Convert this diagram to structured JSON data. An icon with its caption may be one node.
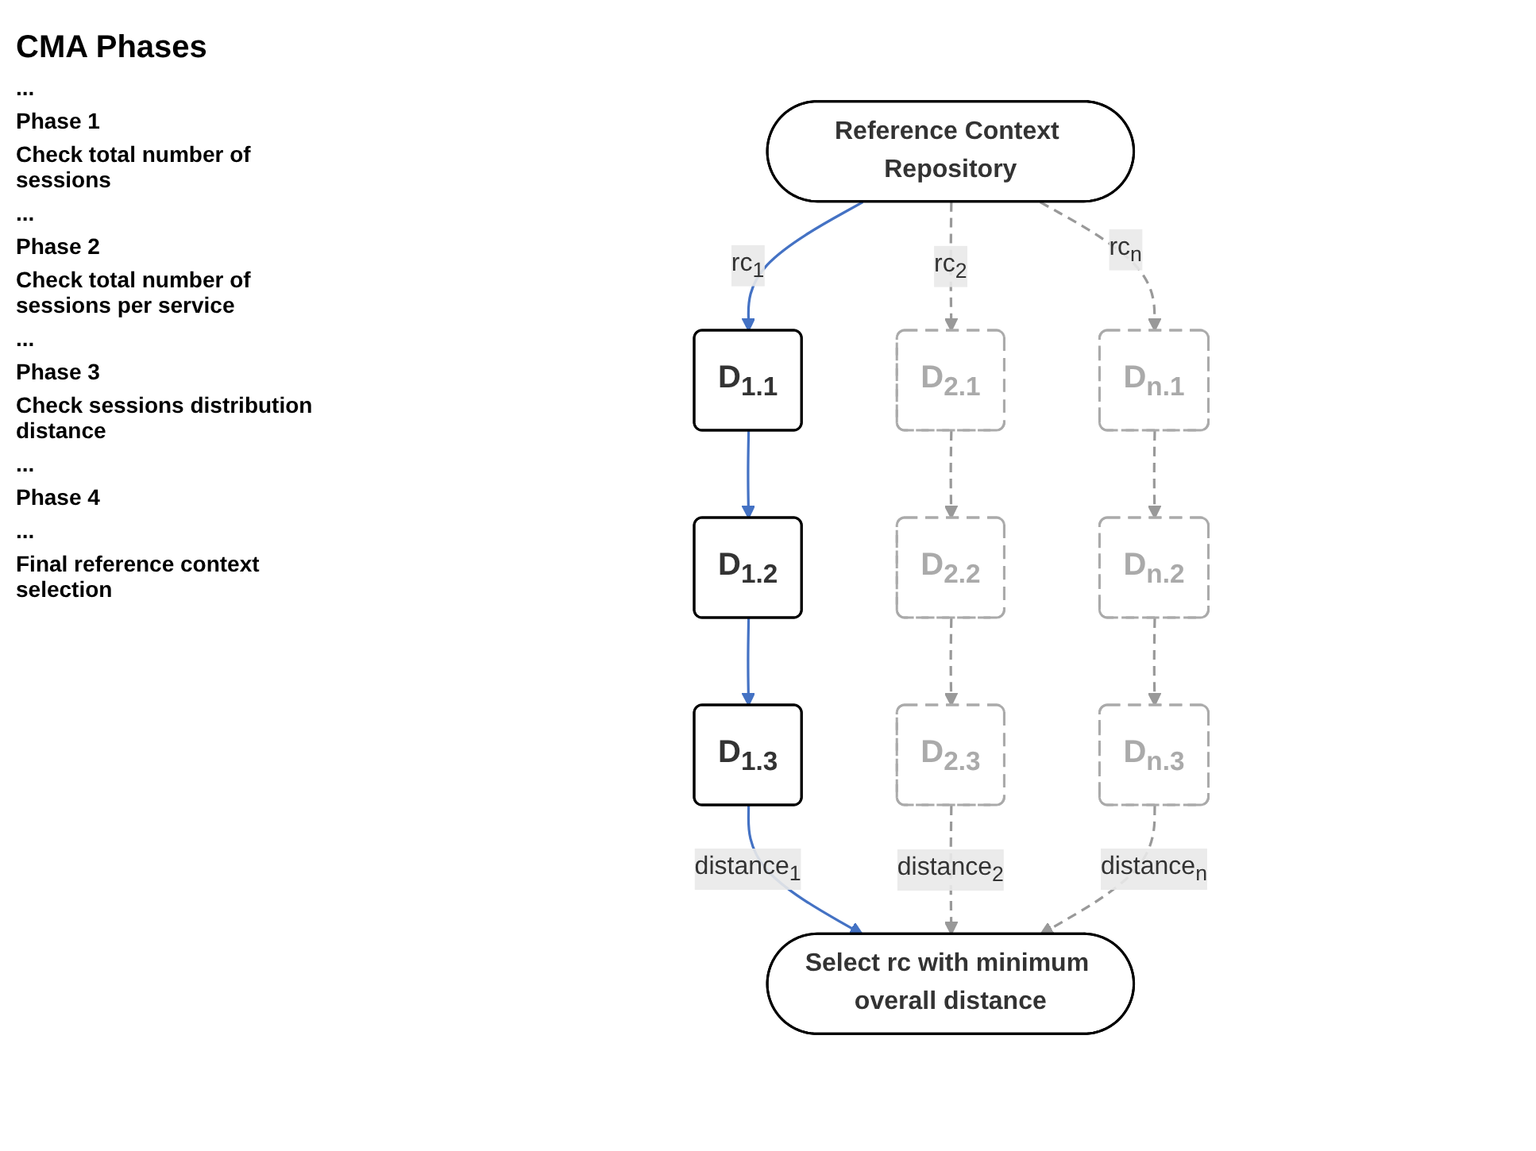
{
  "diagram": {
    "nodes": [
      {
        "text": [
          "Reference Context Repository"
        ]
      },
      {
        "text": [
          "D$_{1.1}$"
        ]
      },
      {
        "text": [
          "D$_{2.1}$"
        ]
      },
      {
        "text": [
          "D$_{n.1}$"
        ]
      },
      {
        "text": [
          "D$_{1.2}$"
        ]
      },
      {
        "text": [
          "D$_{2.2}$"
        ]
      },
      {
        "text": [
          "D$_{n.2}$"
        ]
      },
      {
        "text": [
          "D$_{1.3}$"
        ]
      },
      {
        "text": [
          "D$_{2.3}$"
        ]
      },
      {
        "text": [
          "D$_{n.3}$"
        ]
      },
      {
        "text": [
          "Select rc with minimum overall distance"
        ]
      }
    ],
    "edges": [
      {
        "from": 0,
        "to": 1,
        "arrow": "to",
        "label": "rc$_{1}$",
        "color": "#4472c4"
      },
      {
        "from": 0,
        "to": 2,
        "arrow": "to",
        "label": "rc$_{2}$",
        "style": "dashed"
      },
      {
        "from": 0,
        "to": 3,
        "arrow": "to",
        "label": "rc$_{n}$",
        "style": "dashed"
      },
      {
        "from": 1,
        "to": 4,
        "arrow": "to",
        "color": "#4472c4"
      },
      {
        "from": 2,
        "to": 5,
        "arrow": "to",
        "style": "dashed"
      },
      {
        "from": 3,
        "to": 6,
        "arrow": "to",
        "style": "dashed"
      },
      {
        "from": 4,
        "to": 7,
        "arrow": "to",
        "color": "#4472c4"
      },
      {
        "from": 5,
        "to": 8,
        "arrow": "to",
        "style": "dashed"
      },
      {
        "from": 6,
        "to": 9,
        "arrow": "to",
        "style": "dashed"
      },
      {
        "from": 7,
        "to": 10,
        "arrow": "to",
        "label": "distance$_{1}$",
        "color": "#4472c4"
      },
      {
        "from": 8,
        "to": 10,
        "arrow": "to",
        "label": "distance$_{2}$",
        "style": "dashed"
      },
      {
        "from": 9,
        "to": 10,
        "arrow": "to",
        "label": "distance$_{n}$",
        "style": "dashed"
      }
    ],
    "labels": [
      "CMA Phases",
      "...",
      "Phase 1",
      "Check total number of sessions",
      "...",
      "Phase 2",
      "Check total number of sessions per service",
      "...",
      "Phase 3",
      "Check sessions distribution distance",
      "...",
      "Phase 4",
      "...",
      "Final reference context selection"
    ]
  }
}
